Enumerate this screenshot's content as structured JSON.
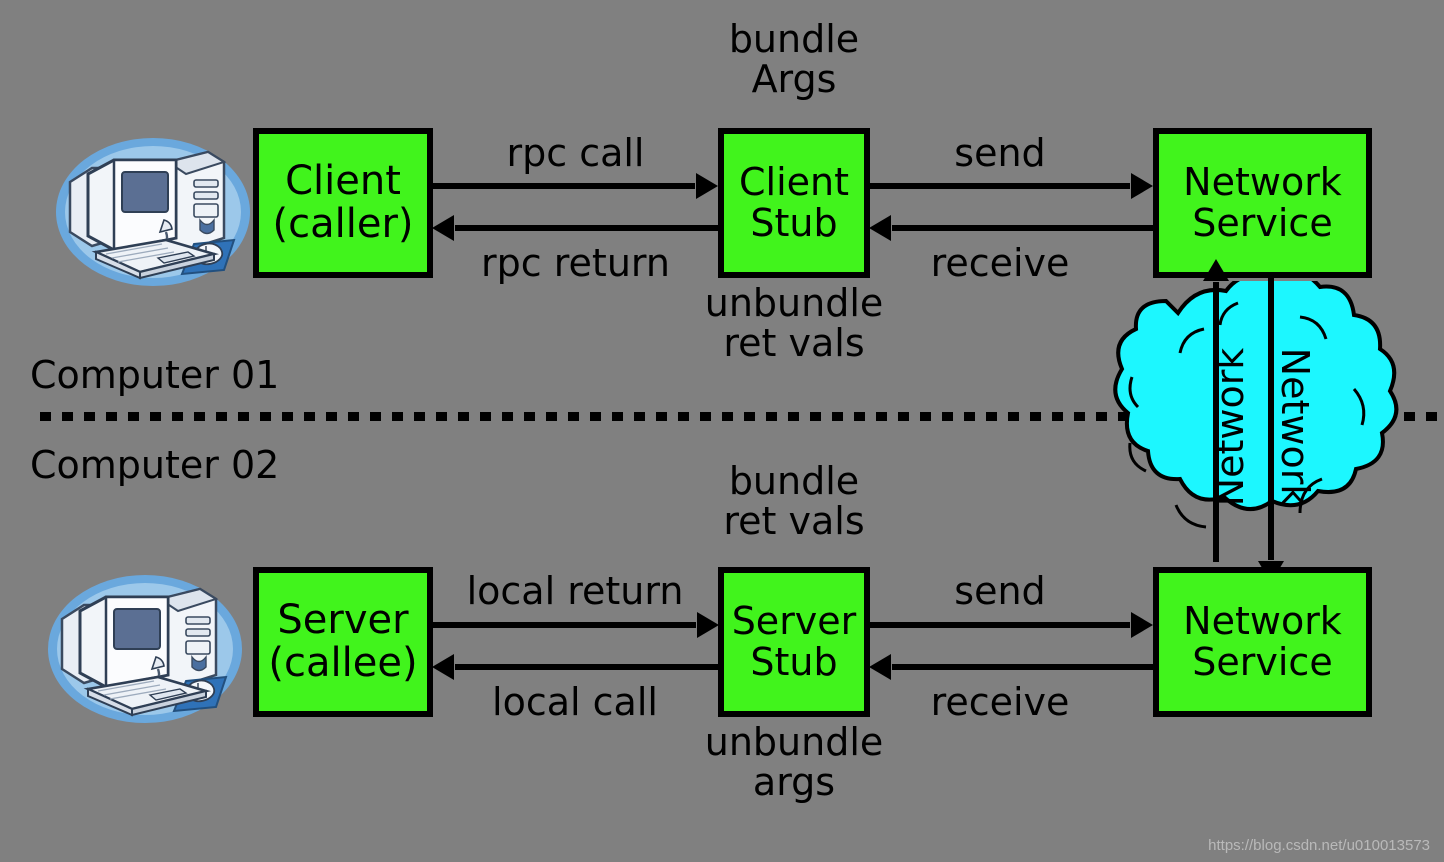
{
  "diagram": {
    "title": "RPC call flow between two computers",
    "background_color": "#808080",
    "box_fill_color": "#41f41c",
    "cloud_fill_color": "#1cf7ff",
    "stroke_color": "#000000"
  },
  "machines": {
    "top": {
      "label": "Computer 01"
    },
    "bottom": {
      "label": "Computer 02"
    }
  },
  "boxes": {
    "client": {
      "line1": "Client",
      "line2": "(caller)"
    },
    "client_stub": {
      "line1": "Client",
      "line2": "Stub"
    },
    "net_service_top": {
      "line1": "Network",
      "line2": "Service"
    },
    "server": {
      "line1": "Server",
      "line2": "(callee)"
    },
    "server_stub": {
      "line1": "Server",
      "line2": "Stub"
    },
    "net_service_bottom": {
      "line1": "Network",
      "line2": "Service"
    }
  },
  "annotations": {
    "client_stub_above": {
      "line1": "bundle",
      "line2": "Args"
    },
    "client_stub_below": {
      "line1": "unbundle",
      "line2": "ret vals"
    },
    "server_stub_above": {
      "line1": "bundle",
      "line2": "ret vals"
    },
    "server_stub_below": {
      "line1": "unbundle",
      "line2": "args"
    }
  },
  "arrows": {
    "rpc_call": {
      "label": "rpc call",
      "direction": "right"
    },
    "rpc_return": {
      "label": "rpc return",
      "direction": "left"
    },
    "send_top": {
      "label": "send",
      "direction": "right"
    },
    "receive_top": {
      "label": "receive",
      "direction": "left"
    },
    "local_return": {
      "label": "local return",
      "direction": "right"
    },
    "local_call": {
      "label": "local call",
      "direction": "left"
    },
    "send_bottom": {
      "label": "send",
      "direction": "right"
    },
    "receive_bottom": {
      "label": "receive",
      "direction": "left"
    },
    "network_up": {
      "label": "Network",
      "direction": "up"
    },
    "network_down": {
      "label": "Network",
      "direction": "down"
    }
  },
  "watermark": {
    "text": "https://blog.csdn.net/u010013573"
  }
}
